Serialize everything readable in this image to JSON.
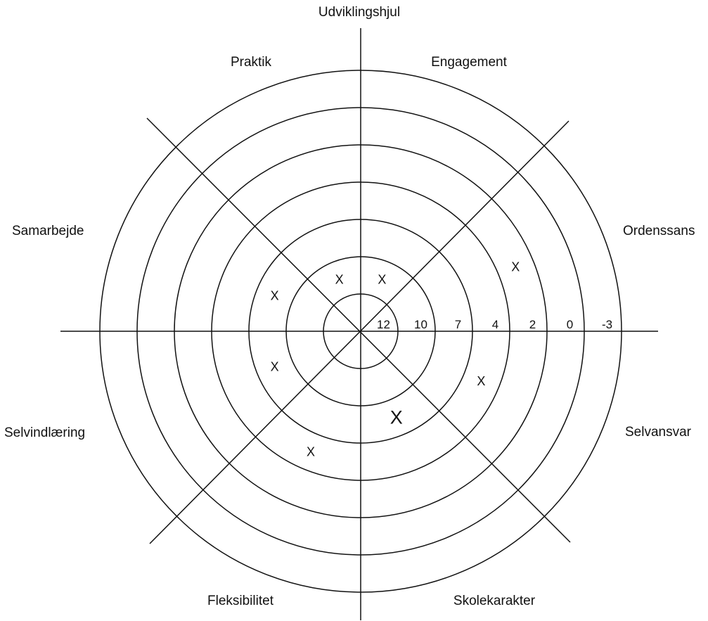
{
  "title": "Udviklingshjul",
  "colors": {
    "line": "#111111",
    "text": "#111111",
    "highlight": "#e0401e"
  },
  "scale": [
    "12",
    "10",
    "7",
    "4",
    "2",
    "0",
    "-3"
  ],
  "categories": [
    "Engagement",
    "Ordenssans",
    "Selvansvar",
    "Skolekarakter",
    "Fleksibilitet",
    "Selvindlæring",
    "Samarbejde",
    "Praktik"
  ],
  "marks": [
    {
      "category": "Engagement",
      "grade": "10",
      "symbol": "X",
      "highlight": false
    },
    {
      "category": "Ordenssans",
      "grade": "2",
      "symbol": "X",
      "highlight": false
    },
    {
      "category": "Selvansvar",
      "grade": "4",
      "symbol": "X",
      "highlight": false
    },
    {
      "category": "Skolekarakter",
      "grade": "7",
      "symbol": "X",
      "highlight": true
    },
    {
      "category": "Fleksibilitet",
      "grade": "4",
      "symbol": "X",
      "highlight": false
    },
    {
      "category": "Selvindlæring",
      "grade": "7",
      "symbol": "X",
      "highlight": false
    },
    {
      "category": "Samarbejde",
      "grade": "7",
      "symbol": "X",
      "highlight": false
    },
    {
      "category": "Praktik",
      "grade": "10",
      "symbol": "X",
      "highlight": false
    }
  ]
}
